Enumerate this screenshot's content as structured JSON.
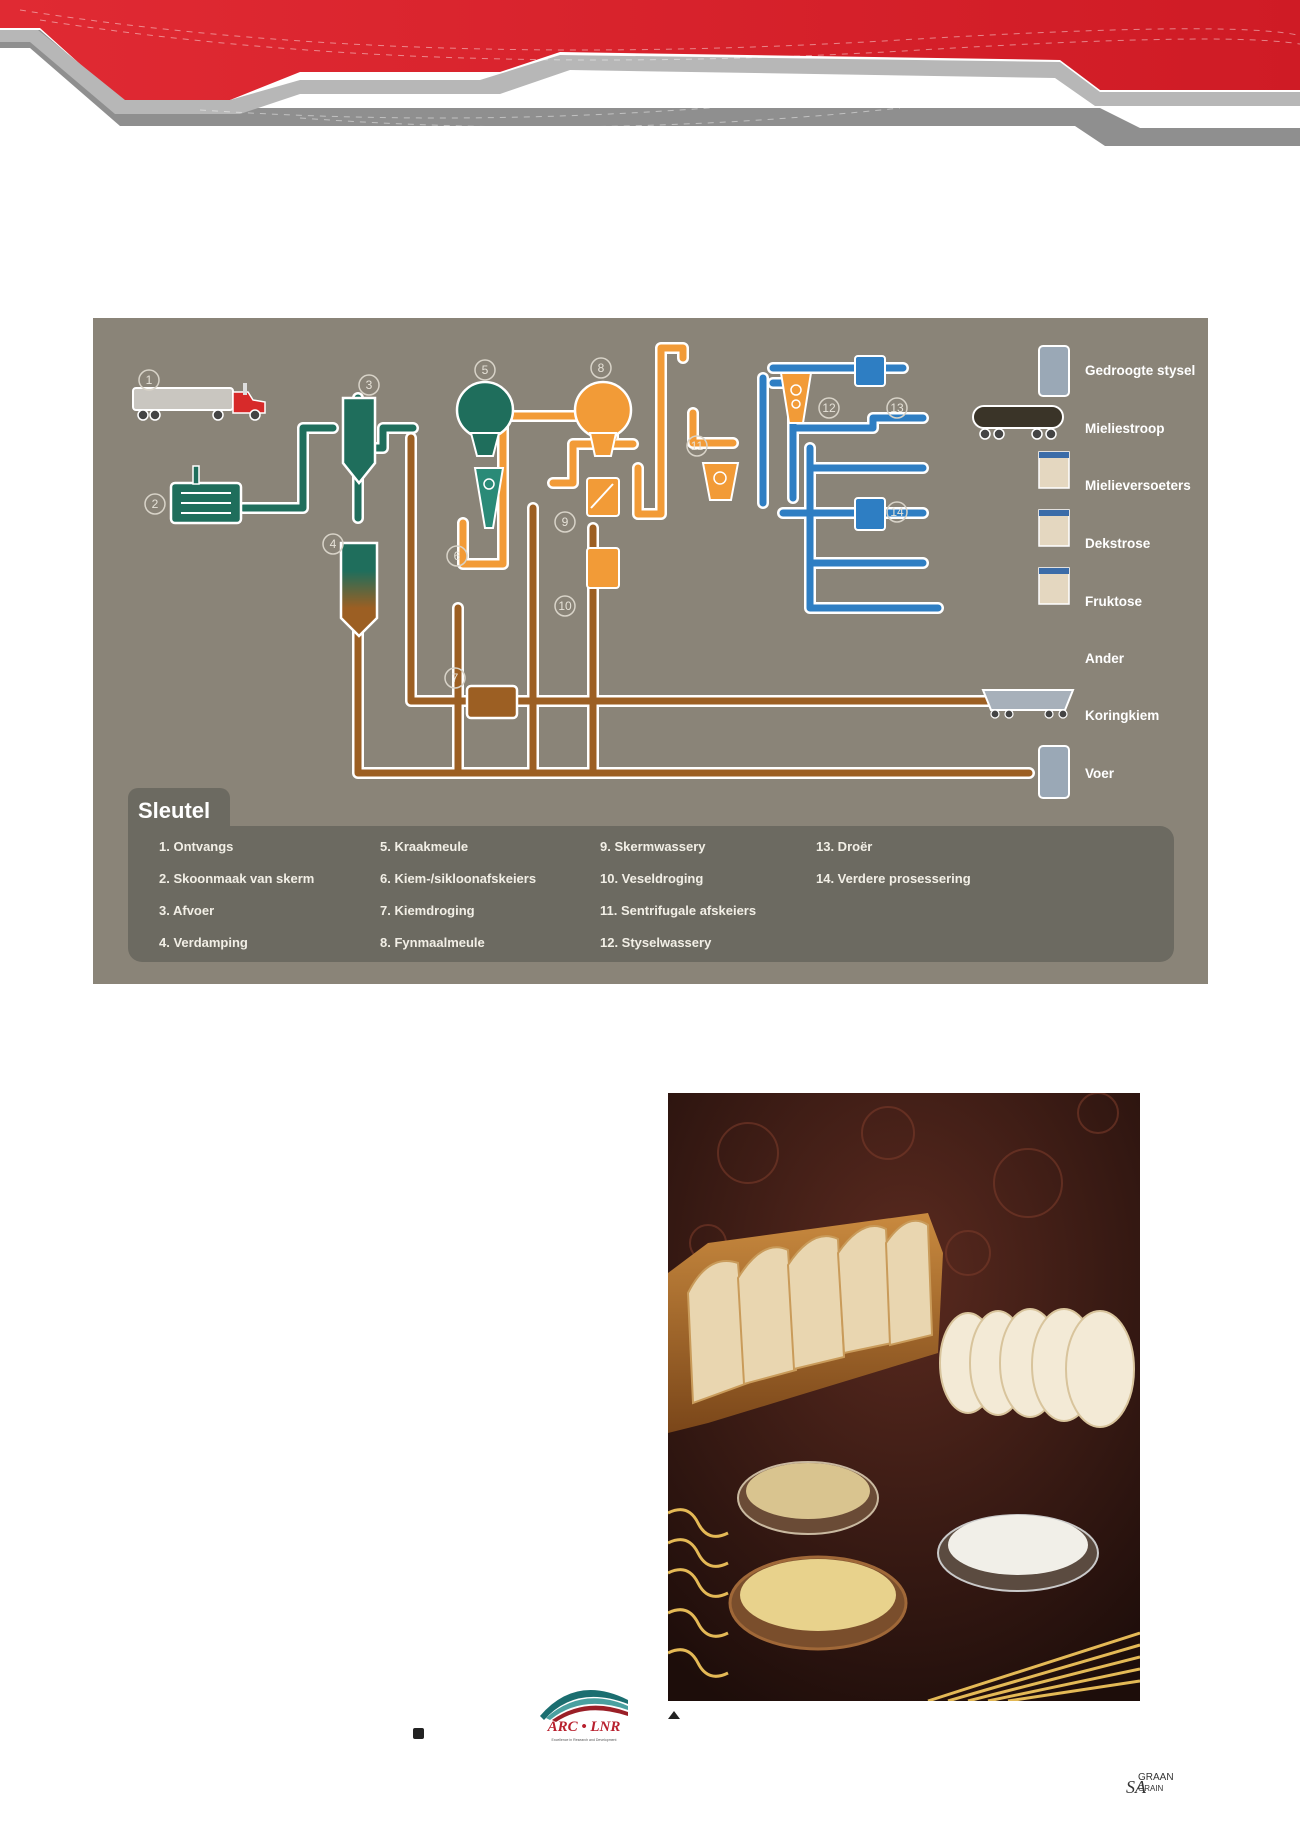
{
  "diagram": {
    "numbers": [
      "1",
      "2",
      "3",
      "4",
      "5",
      "6",
      "7",
      "8",
      "9",
      "10",
      "11",
      "12",
      "13",
      "14"
    ],
    "outputs": [
      "Gedroogte stysel",
      "Mieliestroop",
      "Mielieversoeters",
      "Dekstrose",
      "Fruktose",
      "Ander",
      "Koringkiem",
      "Voer"
    ],
    "key_title": "Sleutel",
    "key": [
      "1.   Ontvangs",
      "2.   Skoonmaak van skerm",
      "3.   Afvoer",
      "4.   Verdamping",
      "5.   Kraakmeule",
      "6.   Kiem-/sikloonafskeiers",
      "7.   Kiemdroging",
      "8.   Fynmaalmeule",
      "9.   Skermwassery",
      "10. Veseldroging",
      "11. Sentrifugale afskeiers",
      "12. Styselwassery",
      "13. Droër",
      "14. Verdere prosessering"
    ],
    "colors": {
      "green": "#1f6e5c",
      "orange": "#f29b37",
      "brown": "#9c5f23",
      "blue": "#2e7ec3",
      "background": "#8a8478",
      "key_box": "#6c6a61"
    }
  },
  "header": {
    "colors": {
      "red": "#d81f2a",
      "grey": "#8f8f8f"
    }
  },
  "footer": {
    "arc_logo_text": "ARC • LNR",
    "arc_tagline": "Excellence in Research and Development",
    "sa_grain": {
      "sa": "SA",
      "graan": "GRAAN",
      "grain": "GRAIN"
    }
  },
  "photo": {
    "subject": "bread, pasta and maize products"
  }
}
